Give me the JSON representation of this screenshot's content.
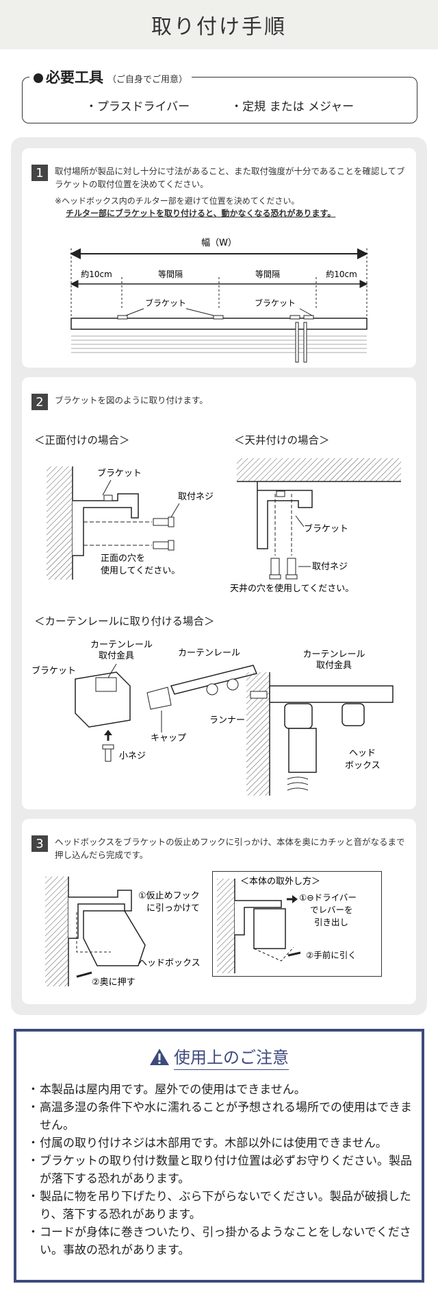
{
  "page_title": "取り付け手順",
  "tools": {
    "heading": "必要工具",
    "heading_note": "（ご自身でご用意）",
    "items": [
      "・プラスドライバー",
      "・定規 または メジャー"
    ]
  },
  "step1": {
    "number": "1",
    "text": "取付場所が製品に対し十分に寸法があること、また取付強度が十分であることを確認してブラケットの取付位置を決めてください。",
    "note1": "※ヘッドボックス内のチルター部を避けて位置を決めてください。",
    "note2": "チルター部にブラケットを取り付けると、動かなくなる恐れがあります。",
    "diagram": {
      "width_label": "幅（W）",
      "left_margin": "約10cm",
      "equal1": "等間隔",
      "equal2": "等間隔",
      "right_margin": "約10cm",
      "bracket1": "ブラケット",
      "bracket2": "ブラケット"
    }
  },
  "step2": {
    "number": "2",
    "text": "ブラケットを図のように取り付けます。",
    "front": {
      "heading": "＜正面付けの場合＞",
      "bracket": "ブラケット",
      "screw": "取付ネジ",
      "hole_line1": "正面の穴を",
      "hole_line2": "使用してください。"
    },
    "ceiling": {
      "heading": "＜天井付けの場合＞",
      "bracket": "ブラケット",
      "screw": "取付ネジ",
      "hole": "天井の穴を使用してください。"
    },
    "rail": {
      "heading": "＜カーテンレールに取り付ける場合＞",
      "fitting_line1": "カーテンレール",
      "fitting_line2": "取付金具",
      "rail": "カーテンレール",
      "bracket": "ブラケット",
      "runner": "ランナー",
      "cap": "キャップ",
      "small_screw": "小ネジ",
      "fitting2_line1": "カーテンレール",
      "fitting2_line2": "取付金具",
      "headbox_line1": "ヘッド",
      "headbox_line2": "ボックス"
    }
  },
  "step3": {
    "number": "3",
    "text": "ヘッドボックスをブラケットの仮止めフックに引っかけ、本体を奥にカチッと音がなるまで押し込んだら完成です。",
    "left": {
      "hook_line1": "①仮止めフック",
      "hook_line2": "に引っかけて",
      "headbox": "ヘッドボックス",
      "push": "②奥に押す"
    },
    "right": {
      "heading": "＜本体の取外し方＞",
      "lever_line1": "①⊖ドライバー",
      "lever_line2": "でレバーを",
      "lever_line3": "引き出し",
      "pull": "②手前に引く"
    }
  },
  "caution": {
    "title": "使用上のご注意",
    "items": [
      "本製品は屋内用です。屋外での使用はできません。",
      "高温多湿の条件下や水に濡れることが予想される場所での使用はできません。",
      "付属の取り付けネジは木部用です。木部以外には使用できません。",
      "ブラケットの取り付け数量と取り付け位置は必ずお守りください。製品が落下する恐れがあります。",
      "製品に物を吊り下げたり、ぶら下がらないでください。製品が破損したり、落下する恐れがあります。",
      "コードが身体に巻きついたり、引っ掛かるようなことをしないでください。事故の恐れがあります。"
    ]
  },
  "colors": {
    "accent": "#3d4a7c",
    "panel": "#ebebeb",
    "title_bg": "#efefec"
  }
}
